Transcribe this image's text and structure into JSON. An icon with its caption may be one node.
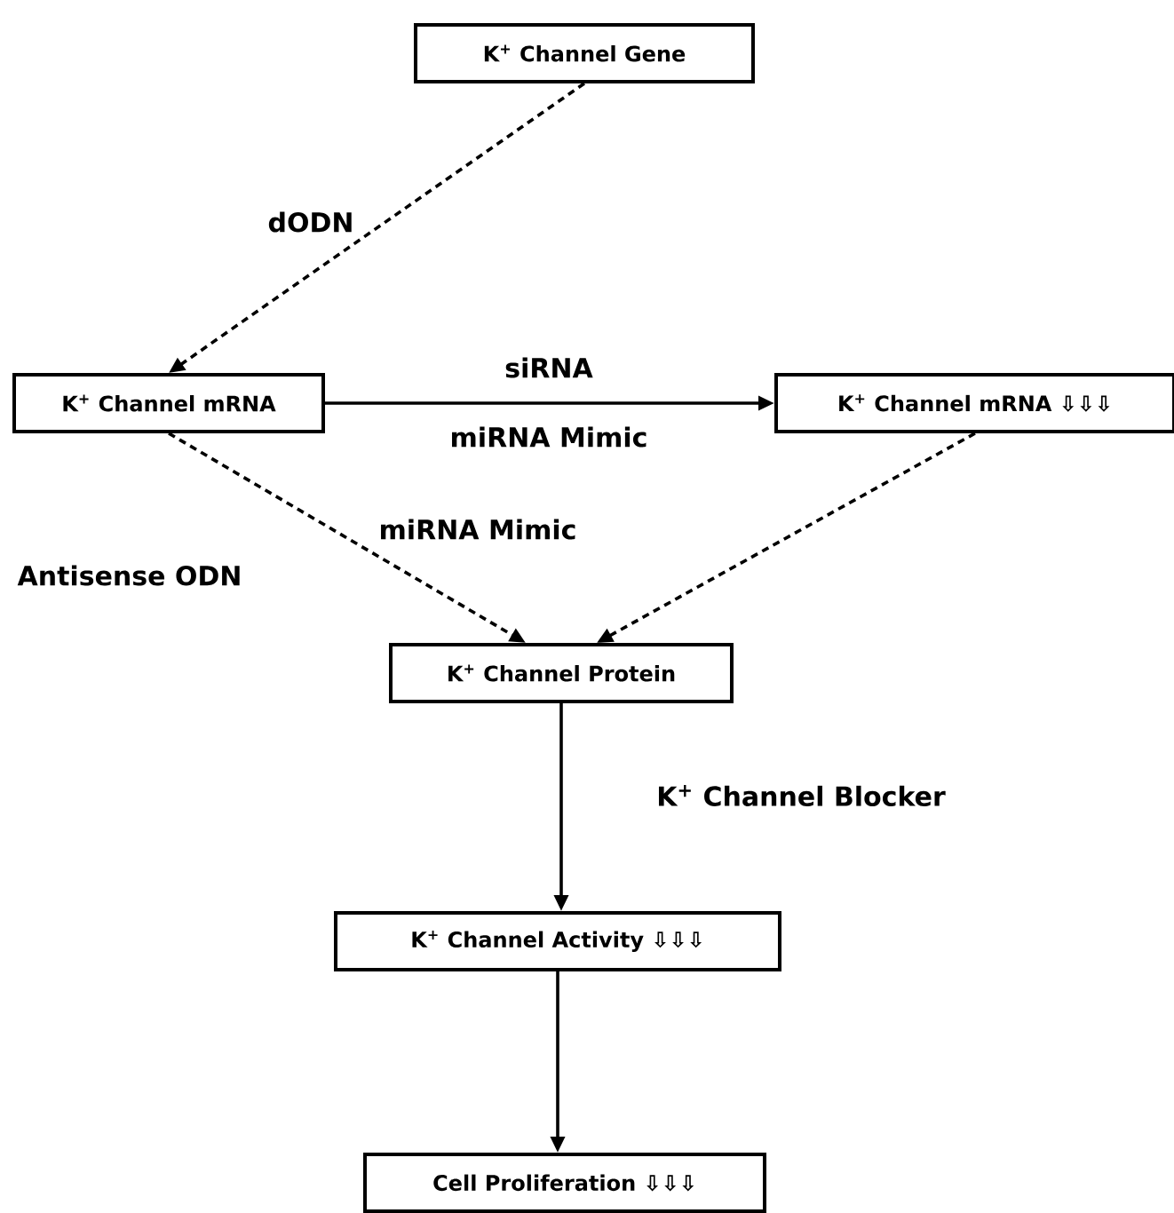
{
  "diagram": {
    "nodes": [
      {
        "text": [
          "K$^{+}$ Channel Gene"
        ]
      },
      {
        "text": [
          "K$^{+}$ Channel mRNA"
        ]
      },
      {
        "text": [
          "K$^{+}$ Channel mRNA ⇩⇩⇩"
        ]
      },
      {
        "text": [
          "K$^{+}$ Channel Protein"
        ]
      },
      {
        "text": [
          "K$^{+}$ Channel Activity ⇩⇩⇩"
        ]
      },
      {
        "text": [
          "Cell Proliferation  ⇩⇩⇩"
        ]
      }
    ],
    "edges": [
      {
        "from": 0,
        "to": 1,
        "arrow": "to",
        "style": "dashed",
        "label": "dODN"
      },
      {
        "from": 1,
        "to": 2,
        "arrow": "to",
        "label": "siRNA"
      },
      {
        "from": 1,
        "to": 3,
        "arrow": "to",
        "style": "dashed",
        "label": "Antisense ODN"
      },
      {
        "from": 2,
        "to": 3,
        "arrow": "to",
        "style": "dashed"
      },
      {
        "from": 3,
        "to": 4,
        "arrow": "to",
        "label": "K$^{+}$ Channel Blocker"
      },
      {
        "from": 4,
        "to": 5,
        "arrow": "to"
      }
    ],
    "labels": [
      "miRNA Mimic",
      "miRNA Mimic"
    ]
  }
}
